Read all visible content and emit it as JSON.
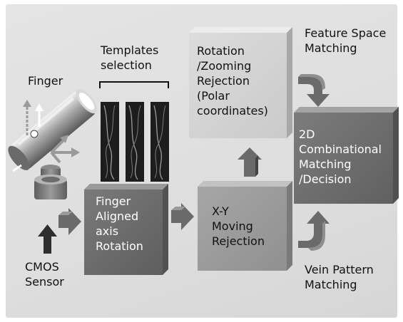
{
  "labels": {
    "finger": "Finger",
    "templates_selection": "Templates\nselection",
    "cmos_sensor": "CMOS\nSensor",
    "feature_space_matching": "Feature Space\nMatching",
    "vein_pattern_matching": "Vein Pattern\nMatching"
  },
  "boxes": {
    "finger_aligned": "Finger\nAligned\naxis\nRotation",
    "xy_moving": "X-Y\nMoving\nRejection",
    "rotation_zooming": "Rotation\n/Zooming\nRejection\n(Polar\ncoordinates)",
    "combinational": "2D\nCombinational\nMatching\n/Decision"
  },
  "colors": {
    "panel": "#dedede",
    "box_dark": "#747474",
    "box_mid": "#9a9a9a",
    "box_light": "#d4d4d4",
    "arrow": "#6a6a6a",
    "dark_arrow": "#2e2e2e",
    "text_light": "#ffffff",
    "text_dark": "#111111"
  }
}
